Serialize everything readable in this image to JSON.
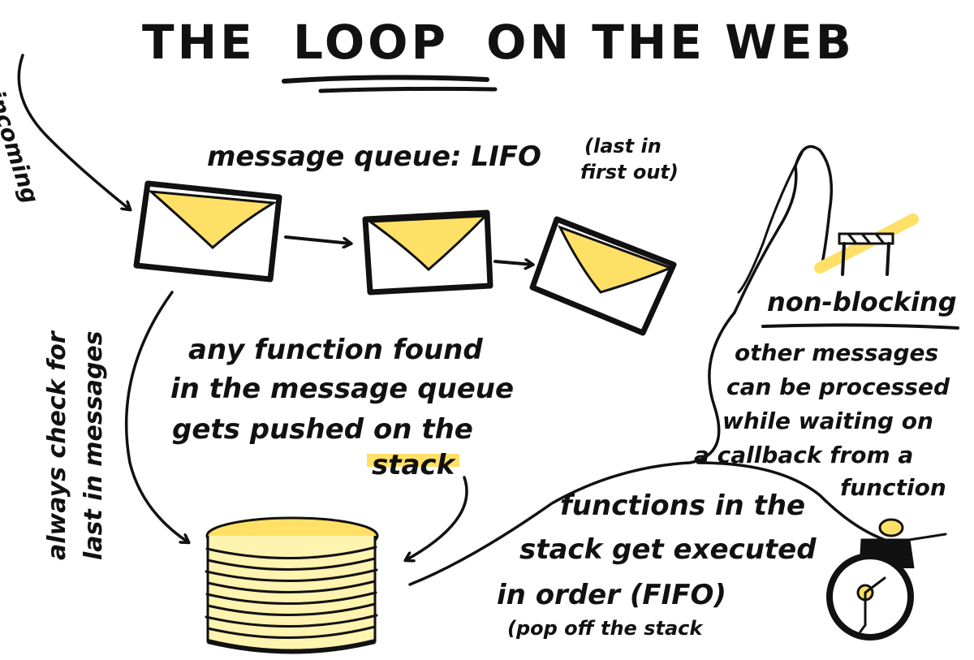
{
  "title": {
    "part1": "THE",
    "part2": "LOOP",
    "part3": "ON THE WEB"
  },
  "labels": {
    "incoming": "incoming",
    "queue": "message queue: LIFO",
    "queue_note_1": "(last in",
    "queue_note_2": "first out)",
    "always_1": "always check for",
    "always_2": "last in messages",
    "any_1": "any function found",
    "any_2": "in the message queue",
    "any_3": "gets pushed on the",
    "stack_word": "stack",
    "nonblocking": "non-blocking",
    "other_1": "other messages",
    "other_2": "can be processed",
    "other_3": "while waiting on",
    "other_4": "a callback from a",
    "other_5": "function",
    "functions_1": "functions in the",
    "functions_2": "stack get executed",
    "functions_3": "in order (FIFO)",
    "pop": "(pop off the stack"
  },
  "colors": {
    "ink": "#111111",
    "accent": "#FFE066",
    "paper": "#ffffff"
  },
  "icons": [
    "envelope-icon",
    "stack-of-plates-icon",
    "hand-icon",
    "stopwatch-icon",
    "barrier-icon"
  ]
}
